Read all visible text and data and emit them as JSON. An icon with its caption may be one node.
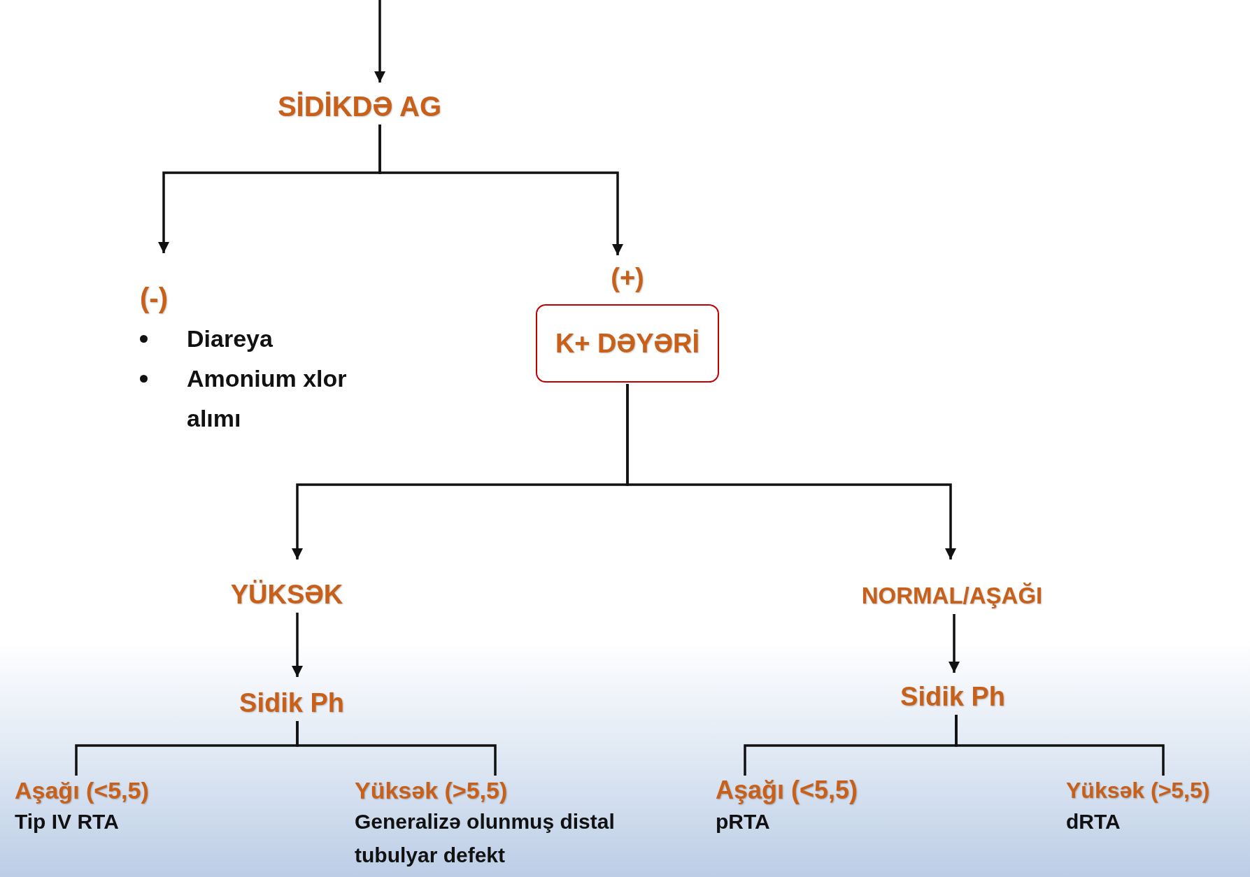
{
  "diagram": {
    "nodes": [
      {
        "text": [
          "SİDİKDƏ AG"
        ]
      },
      {
        "text": [
          "(-)"
        ],
        "beside": [
          "Diareya",
          "Amonium xlor alımı"
        ]
      },
      {
        "text": [
          "(+)",
          "K+ DƏYƏRİ"
        ]
      },
      {
        "text": [
          "YÜKSƏK"
        ]
      },
      {
        "text": [
          "NORMAL/AŞAĞI"
        ]
      },
      {
        "text": [
          "Sidik Ph"
        ]
      },
      {
        "text": [
          "Sidik Ph"
        ]
      },
      {
        "text": [
          "Aşağı (<5,5)",
          "Tip IV RTA"
        ]
      },
      {
        "text": [
          "Yüksək (>5,5)",
          "Generalizə olunmuş distal tubulyar defekt"
        ]
      },
      {
        "text": [
          "Aşağı (<5,5)",
          "pRTA"
        ]
      },
      {
        "text": [
          "Yüksək (>5,5)",
          "dRTA"
        ]
      }
    ],
    "edges": [
      {
        "from": null,
        "to": 0,
        "arrow": "to"
      },
      {
        "from": 0,
        "to": 1,
        "arrow": "to"
      },
      {
        "from": 0,
        "to": 2,
        "arrow": "to"
      },
      {
        "from": 2,
        "to": 3,
        "arrow": "to"
      },
      {
        "from": 2,
        "to": 4,
        "arrow": "to"
      },
      {
        "from": 3,
        "to": 5,
        "arrow": "to"
      },
      {
        "from": 4,
        "to": 6,
        "arrow": "to"
      },
      {
        "from": 5,
        "to": 7,
        "arrow": "none"
      },
      {
        "from": 5,
        "to": 8,
        "arrow": "none"
      },
      {
        "from": 6,
        "to": 9,
        "arrow": "none"
      },
      {
        "from": 6,
        "to": 10,
        "arrow": "none"
      }
    ]
  }
}
